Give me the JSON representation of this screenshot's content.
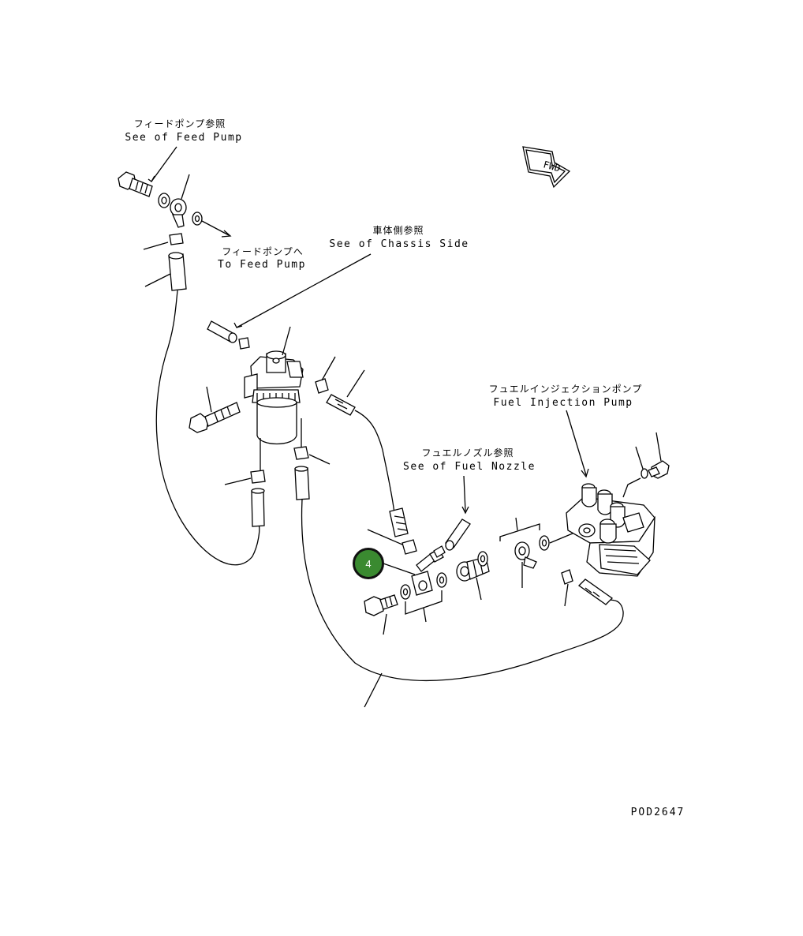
{
  "labels": {
    "feed_pump_jp": "フィードポンプ参照",
    "feed_pump_en": "See of Feed Pump",
    "to_feed_pump_jp": "フィードポンプへ",
    "to_feed_pump_en": "To Feed Pump",
    "chassis_jp": "車体側参照",
    "chassis_en": "See of Chassis Side",
    "fuel_nozzle_jp": "フュエルノズル参照",
    "fuel_nozzle_en": "See of Fuel Nozzle",
    "injection_pump_jp": "フュエルインジェクションポンプ",
    "injection_pump_en": "Fuel Injection Pump",
    "fwd": "FWD",
    "drawing_number": "POD2647"
  },
  "callouts": [
    {
      "number": "4",
      "color": "#3a8a30"
    }
  ]
}
